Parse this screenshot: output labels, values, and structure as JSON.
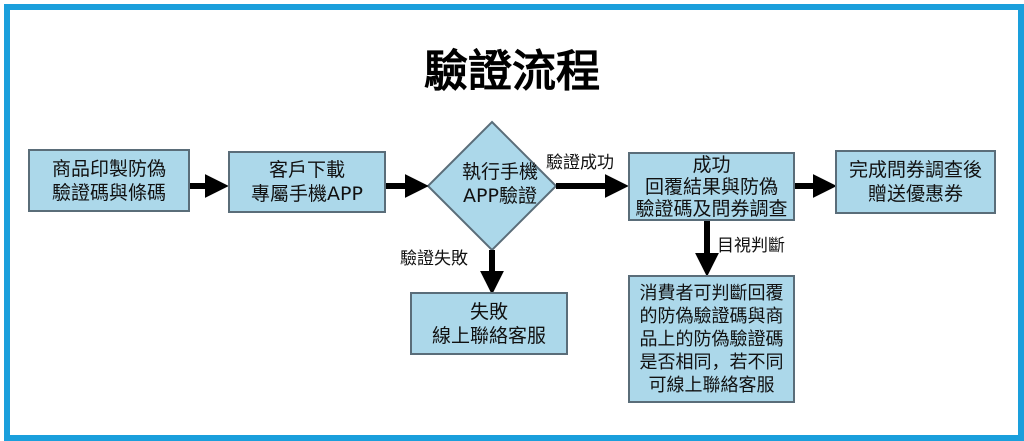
{
  "title": "驗證流程",
  "nodes": {
    "print": [
      "商品印製防偽",
      "驗證碼與條碼"
    ],
    "download": [
      "客戶下載",
      "專屬手機APP"
    ],
    "verify": [
      "執行手機",
      "APP驗證"
    ],
    "success": [
      "成功",
      "回覆結果與防偽",
      "驗證碼及問券調查"
    ],
    "gift": [
      "完成問券調查後",
      "贈送優惠券"
    ],
    "fail": [
      "失敗",
      "線上聯絡客服"
    ],
    "visual": [
      "消費者可判斷回覆",
      "的防偽驗證碼與商",
      "品上的防偽驗證碼",
      "是否相同，若不同",
      "可線上聯絡客服"
    ]
  },
  "edge_labels": {
    "success": "驗證成功",
    "fail": "驗證失敗",
    "visual": "目視判斷"
  },
  "colors": {
    "frame": "#1a9fdc",
    "box_fill": "#acd8ea",
    "box_border": "#5a6d79"
  }
}
